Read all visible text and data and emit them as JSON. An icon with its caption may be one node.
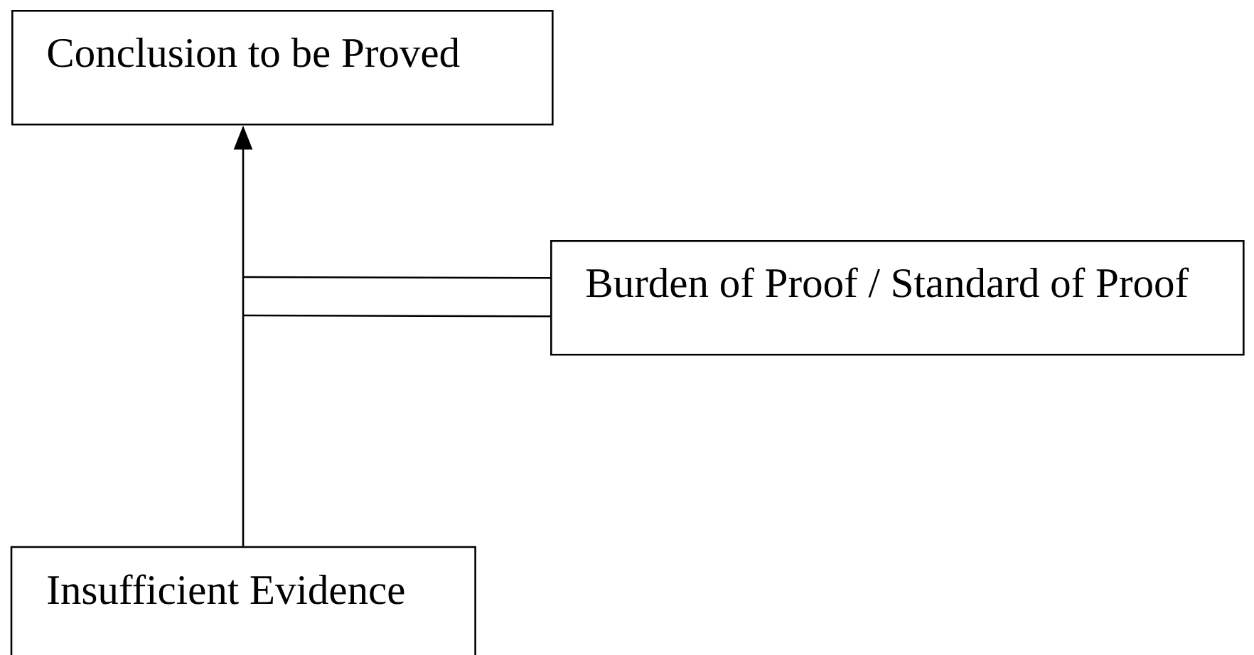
{
  "diagram": {
    "nodes": [
      {
        "text": [
          "Conclusion to be Proved"
        ]
      },
      {
        "text": [
          "Burden of Proof / Standard of Proof"
        ]
      },
      {
        "text": [
          "Insufficient Evidence"
        ]
      }
    ],
    "edges": [
      {
        "from": 2,
        "to": 0,
        "arrow": "to"
      },
      {
        "from": 1,
        "to": null,
        "arrow": "none"
      },
      {
        "from": 1,
        "to": null,
        "arrow": "none"
      }
    ]
  }
}
